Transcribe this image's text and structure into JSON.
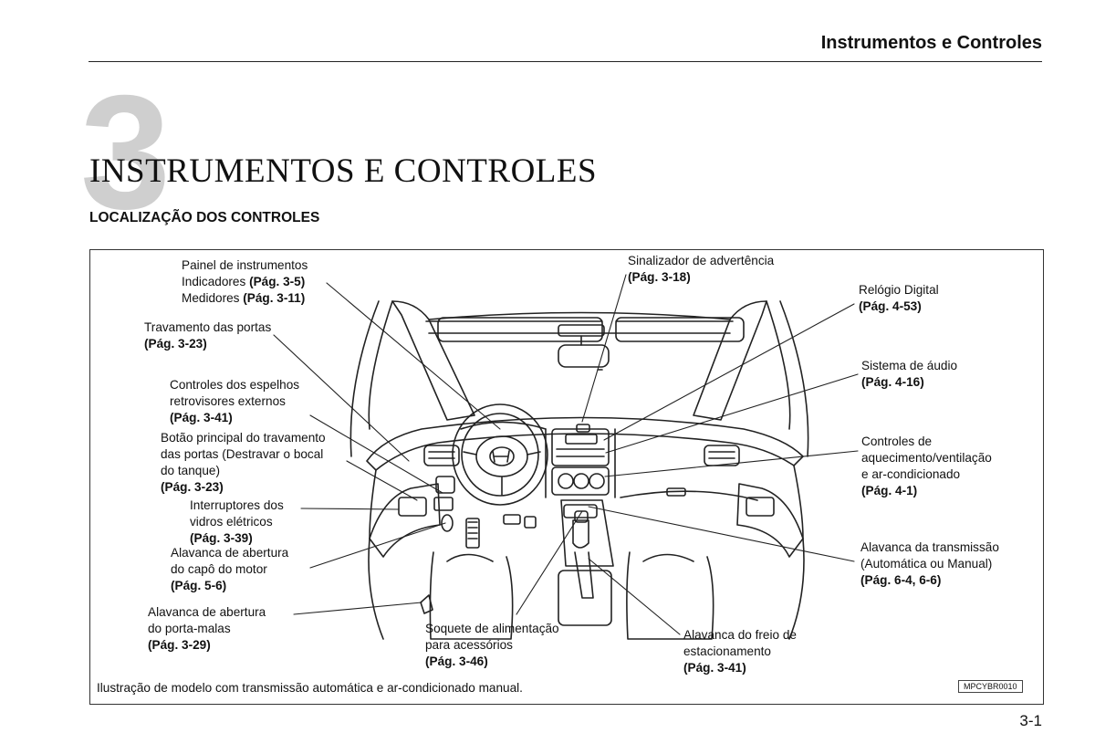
{
  "header": {
    "title": "Instrumentos e Controles"
  },
  "chapter": {
    "number": "3",
    "title": "INSTRUMENTOS E CONTROLES"
  },
  "section": {
    "title": "LOCALIZAÇÃO DOS CONTROLES"
  },
  "labels": {
    "painel": {
      "line1": "Painel de instrumentos",
      "line2": "Indicadores ",
      "ref2": "(Pág. 3-5)",
      "line3": "Medidores ",
      "ref3": "(Pág. 3-11)"
    },
    "travamento": {
      "line1": "Travamento das portas",
      "ref": "(Pág. 3-23)"
    },
    "espelhos": {
      "line1": "Controles dos espelhos",
      "line2": "retrovisores externos",
      "ref": "(Pág. 3-41)"
    },
    "botao": {
      "line1": "Botão principal do travamento",
      "line2": "das portas (Destravar o bocal",
      "line3": "do tanque)",
      "ref": "(Pág. 3-23)"
    },
    "vidros": {
      "line1": "Interruptores dos",
      "line2": "vidros elétricos",
      "ref": "(Pág. 3-39)"
    },
    "capo": {
      "line1": "Alavanca de abertura",
      "line2": "do capô do motor",
      "ref": "(Pág. 5-6)"
    },
    "portamalas": {
      "line1": "Alavanca de abertura",
      "line2": "do porta-malas",
      "ref": "(Pág. 3-29)"
    },
    "soquete": {
      "line1": "Soquete de alimentação",
      "line2": "para acessórios",
      "ref": "(Pág. 3-46)"
    },
    "freio": {
      "line1": "Alavanca do freio de",
      "line2": "estacionamento",
      "ref": "(Pág. 3-41)"
    },
    "sinalizador": {
      "line1": "Sinalizador de advertência",
      "ref": "(Pág. 3-18)"
    },
    "relogio": {
      "line1": "Relógio Digital",
      "ref": "(Pág. 4-53)"
    },
    "audio": {
      "line1": "Sistema de áudio",
      "ref": "(Pág. 4-16)"
    },
    "aquecimento": {
      "line1": "Controles de",
      "line2": "aquecimento/ventilação",
      "line3": "e ar-condicionado",
      "ref": "(Pág. 4-1)"
    },
    "transmissao": {
      "line1": "Alavanca da transmissão",
      "line2": "(Automática ou Manual)",
      "ref": "(Pág. 6-4, 6-6)"
    }
  },
  "caption": "Ilustração de modelo com transmissão automática e ar-condicionado manual.",
  "figure_code": "MPCYBR0010",
  "page_number": "3-1"
}
